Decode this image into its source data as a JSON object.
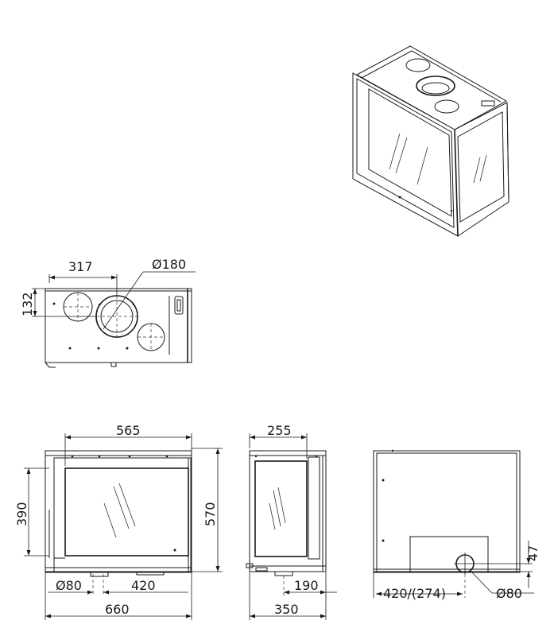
{
  "top_view": {
    "dim_width_to_flue": "317",
    "dim_flue_diameter": "Ø180",
    "dim_depth_to_flue": "132"
  },
  "front_view": {
    "dim_inner_width": "565",
    "dim_glass_height": "390",
    "dim_total_height": "570",
    "dim_air_inlet": "Ø80",
    "dim_inlet_offset": "420",
    "dim_total_width": "660"
  },
  "side_view": {
    "dim_side_glass": "255",
    "dim_inlet_depth": "190",
    "dim_total_depth": "350"
  },
  "rear_view": {
    "dim_inlet_height": "47",
    "dim_inlet_offset": "420/(274)",
    "dim_air_inlet": "Ø80"
  }
}
